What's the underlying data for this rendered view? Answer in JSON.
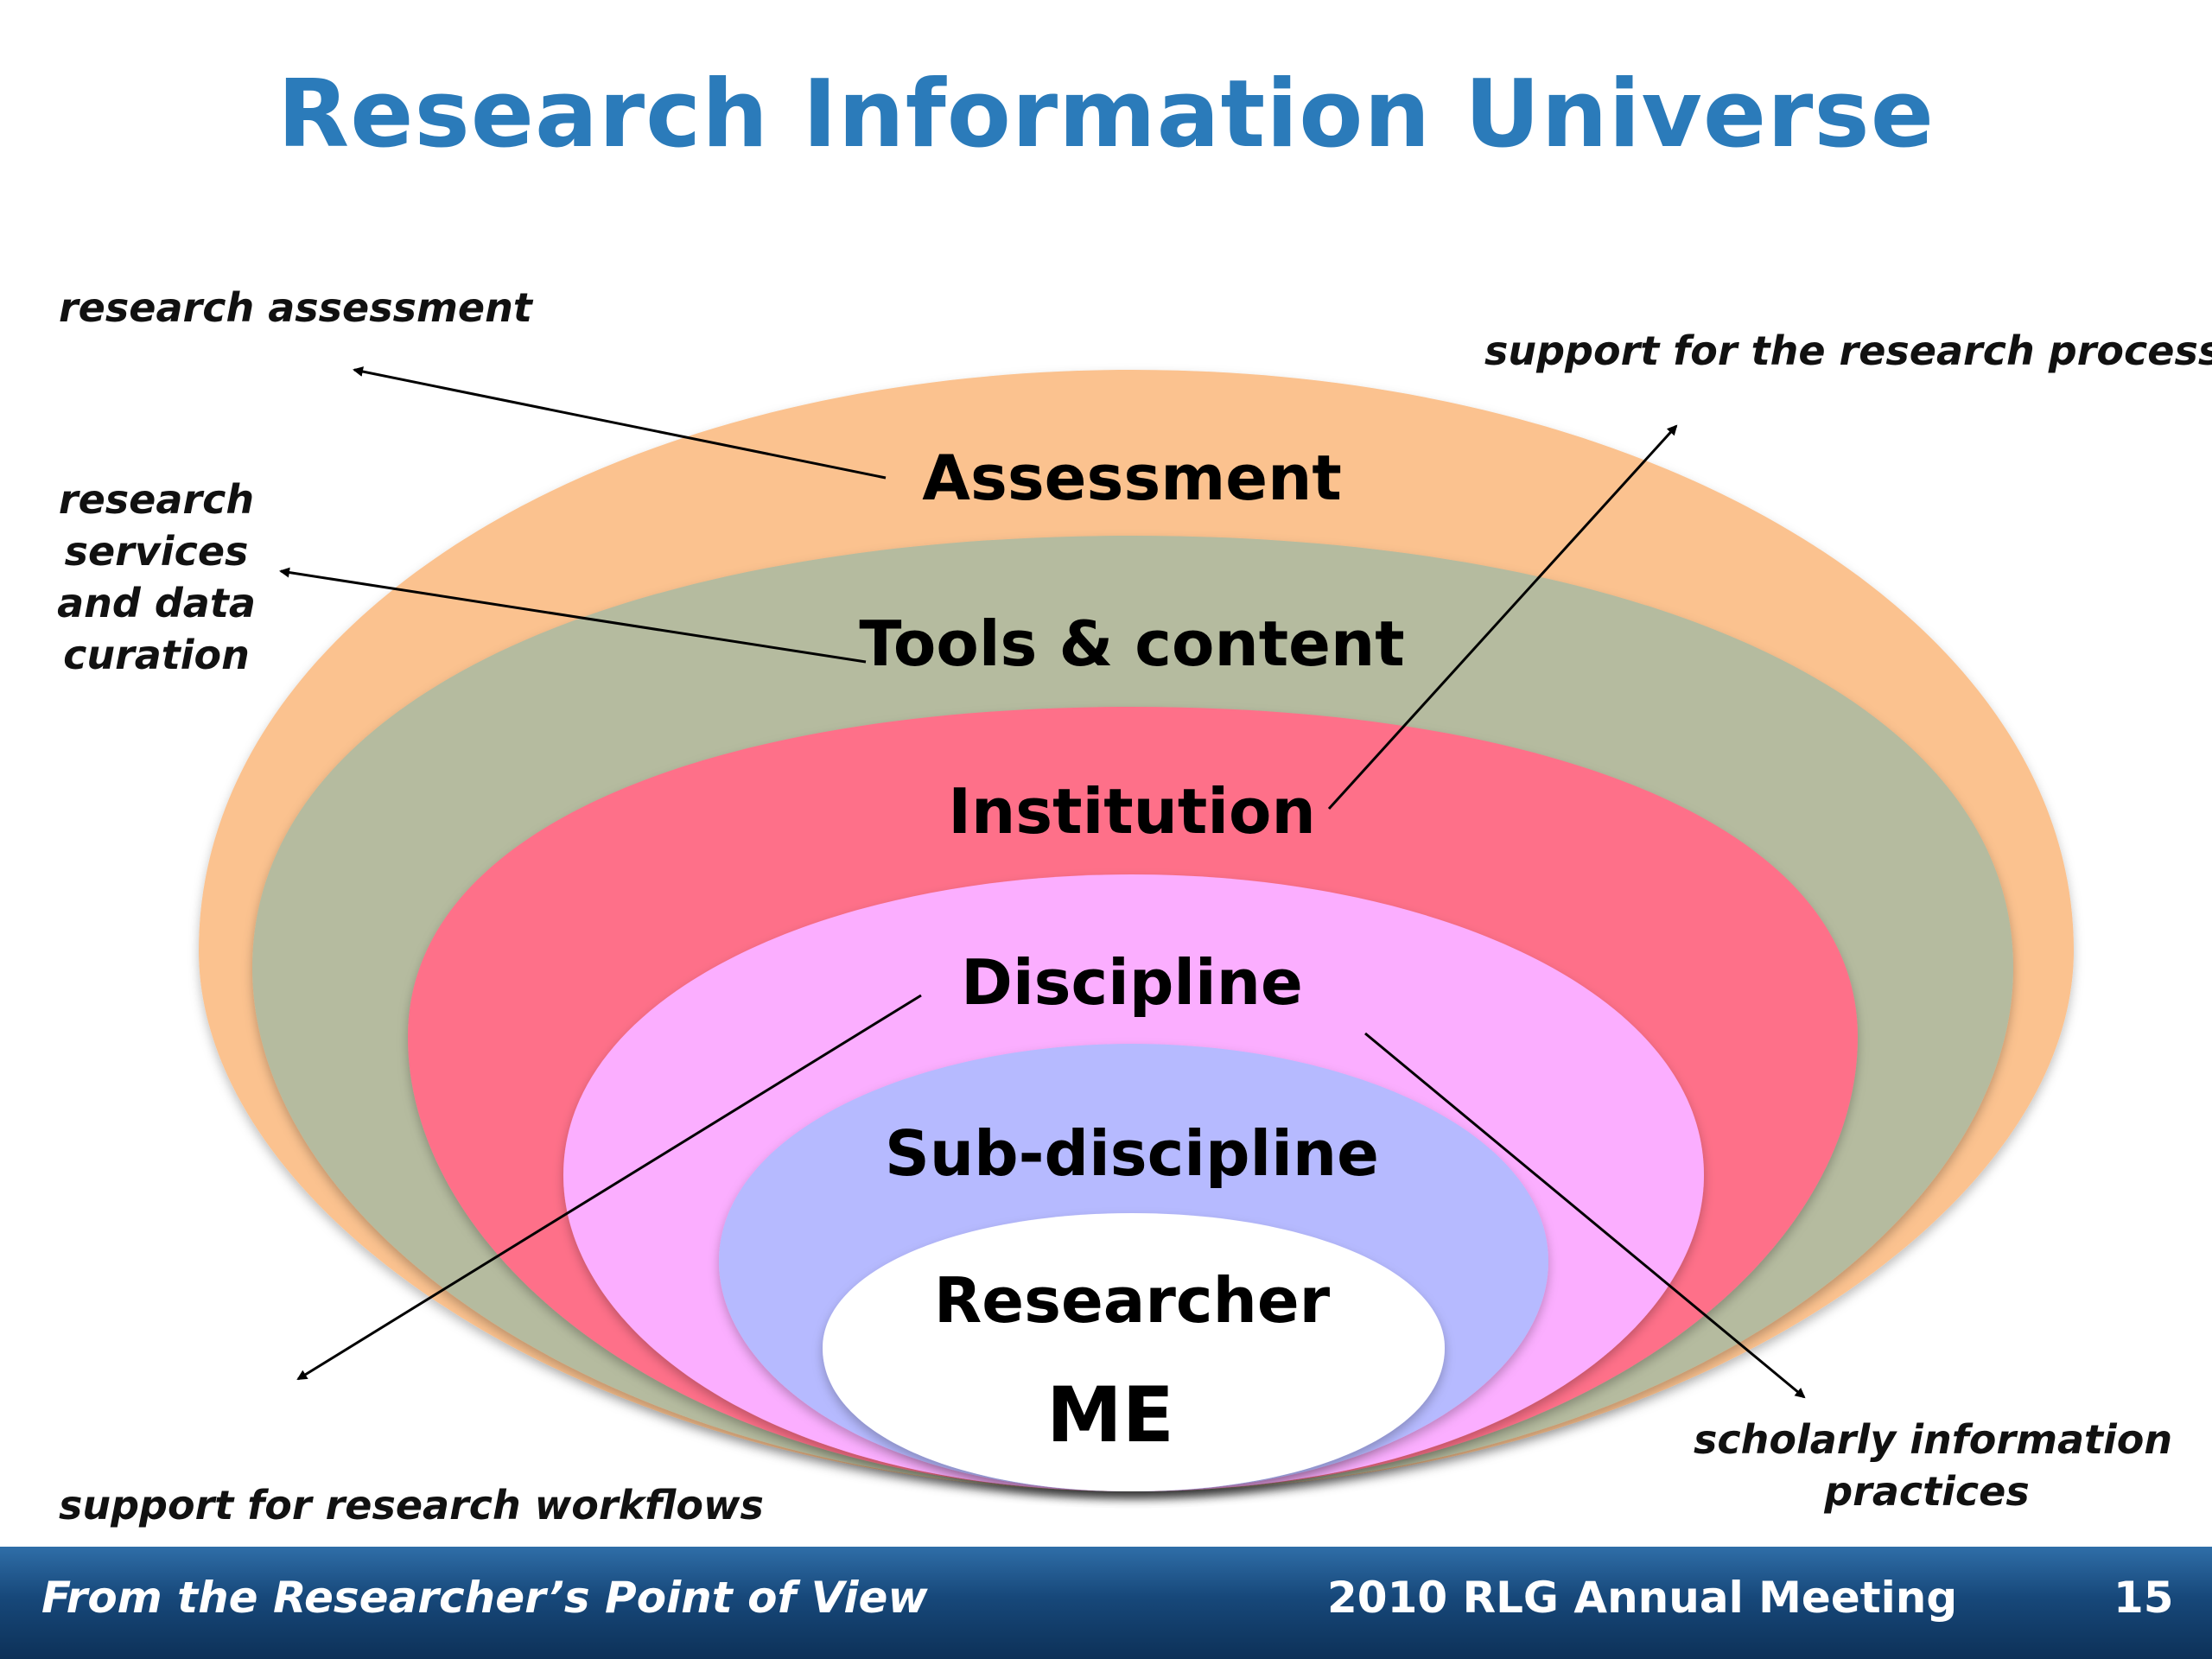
{
  "slide": {
    "title": "Research Information Universe"
  },
  "rings": [
    {
      "label": "Assessment",
      "color": "#fbc28f"
    },
    {
      "label": "Tools & content",
      "color": "#b5bb9f"
    },
    {
      "label": "Institution",
      "color": "#fe7089"
    },
    {
      "label": "Discipline",
      "color": "#fbaeff"
    },
    {
      "label": "Sub-discipline",
      "color": "#b6baff"
    },
    {
      "label": "Researcher",
      "color": "#ffffff"
    }
  ],
  "center_label": "ME",
  "annotations": {
    "research_assessment": "research assessment",
    "support_research_process": "support for the research process",
    "research_services": [
      "research",
      "services",
      "and data",
      "curation"
    ],
    "support_research_workflows": "support for research workflows",
    "scholarly_practices": [
      "scholarly information",
      "practices"
    ]
  },
  "footer": {
    "left": "From the Researcher’s Point of View",
    "center": "2010 RLG Annual Meeting",
    "page_number": "15",
    "colors": {
      "top": "#2f6ea8",
      "bottom": "#0d3158"
    }
  },
  "colors": {
    "title": "#2b7bba"
  }
}
